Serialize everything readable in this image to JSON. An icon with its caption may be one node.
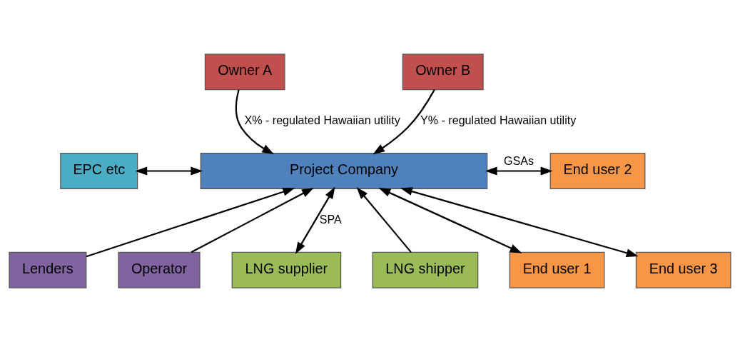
{
  "diagram": {
    "nodes": [
      {
        "text": [
          "Owner A"
        ]
      },
      {
        "text": [
          "Owner B"
        ]
      },
      {
        "text": [
          "EPC etc"
        ]
      },
      {
        "text": [
          "Project Company"
        ]
      },
      {
        "text": [
          "End user 1"
        ]
      },
      {
        "text": [
          "End user 2"
        ]
      },
      {
        "text": [
          "End user 3"
        ]
      },
      {
        "text": [
          "Lenders"
        ]
      },
      {
        "text": [
          "Operator"
        ]
      },
      {
        "text": [
          "LNG supplier"
        ]
      },
      {
        "text": [
          "LNG shipper"
        ]
      }
    ],
    "edges": [
      {
        "from": 0,
        "to": 3,
        "arrow": "to",
        "label": "X% - regulated Hawaiian utility"
      },
      {
        "from": 1,
        "to": 3,
        "arrow": "to",
        "label": "Y% - regulated Hawaiian utility"
      },
      {
        "from": 2,
        "to": 3,
        "arrow": "both"
      },
      {
        "from": 3,
        "to": 4,
        "arrow": "both"
      },
      {
        "from": 3,
        "to": 5,
        "arrow": "both",
        "label": "GSAs"
      },
      {
        "from": 3,
        "to": 6,
        "arrow": "both"
      },
      {
        "from": 7,
        "to": 3,
        "arrow": "to"
      },
      {
        "from": 8,
        "to": 3,
        "arrow": "to"
      },
      {
        "from": 9,
        "to": 3,
        "arrow": "both",
        "label": "SPA"
      },
      {
        "from": 10,
        "to": 3,
        "arrow": "to"
      }
    ]
  }
}
